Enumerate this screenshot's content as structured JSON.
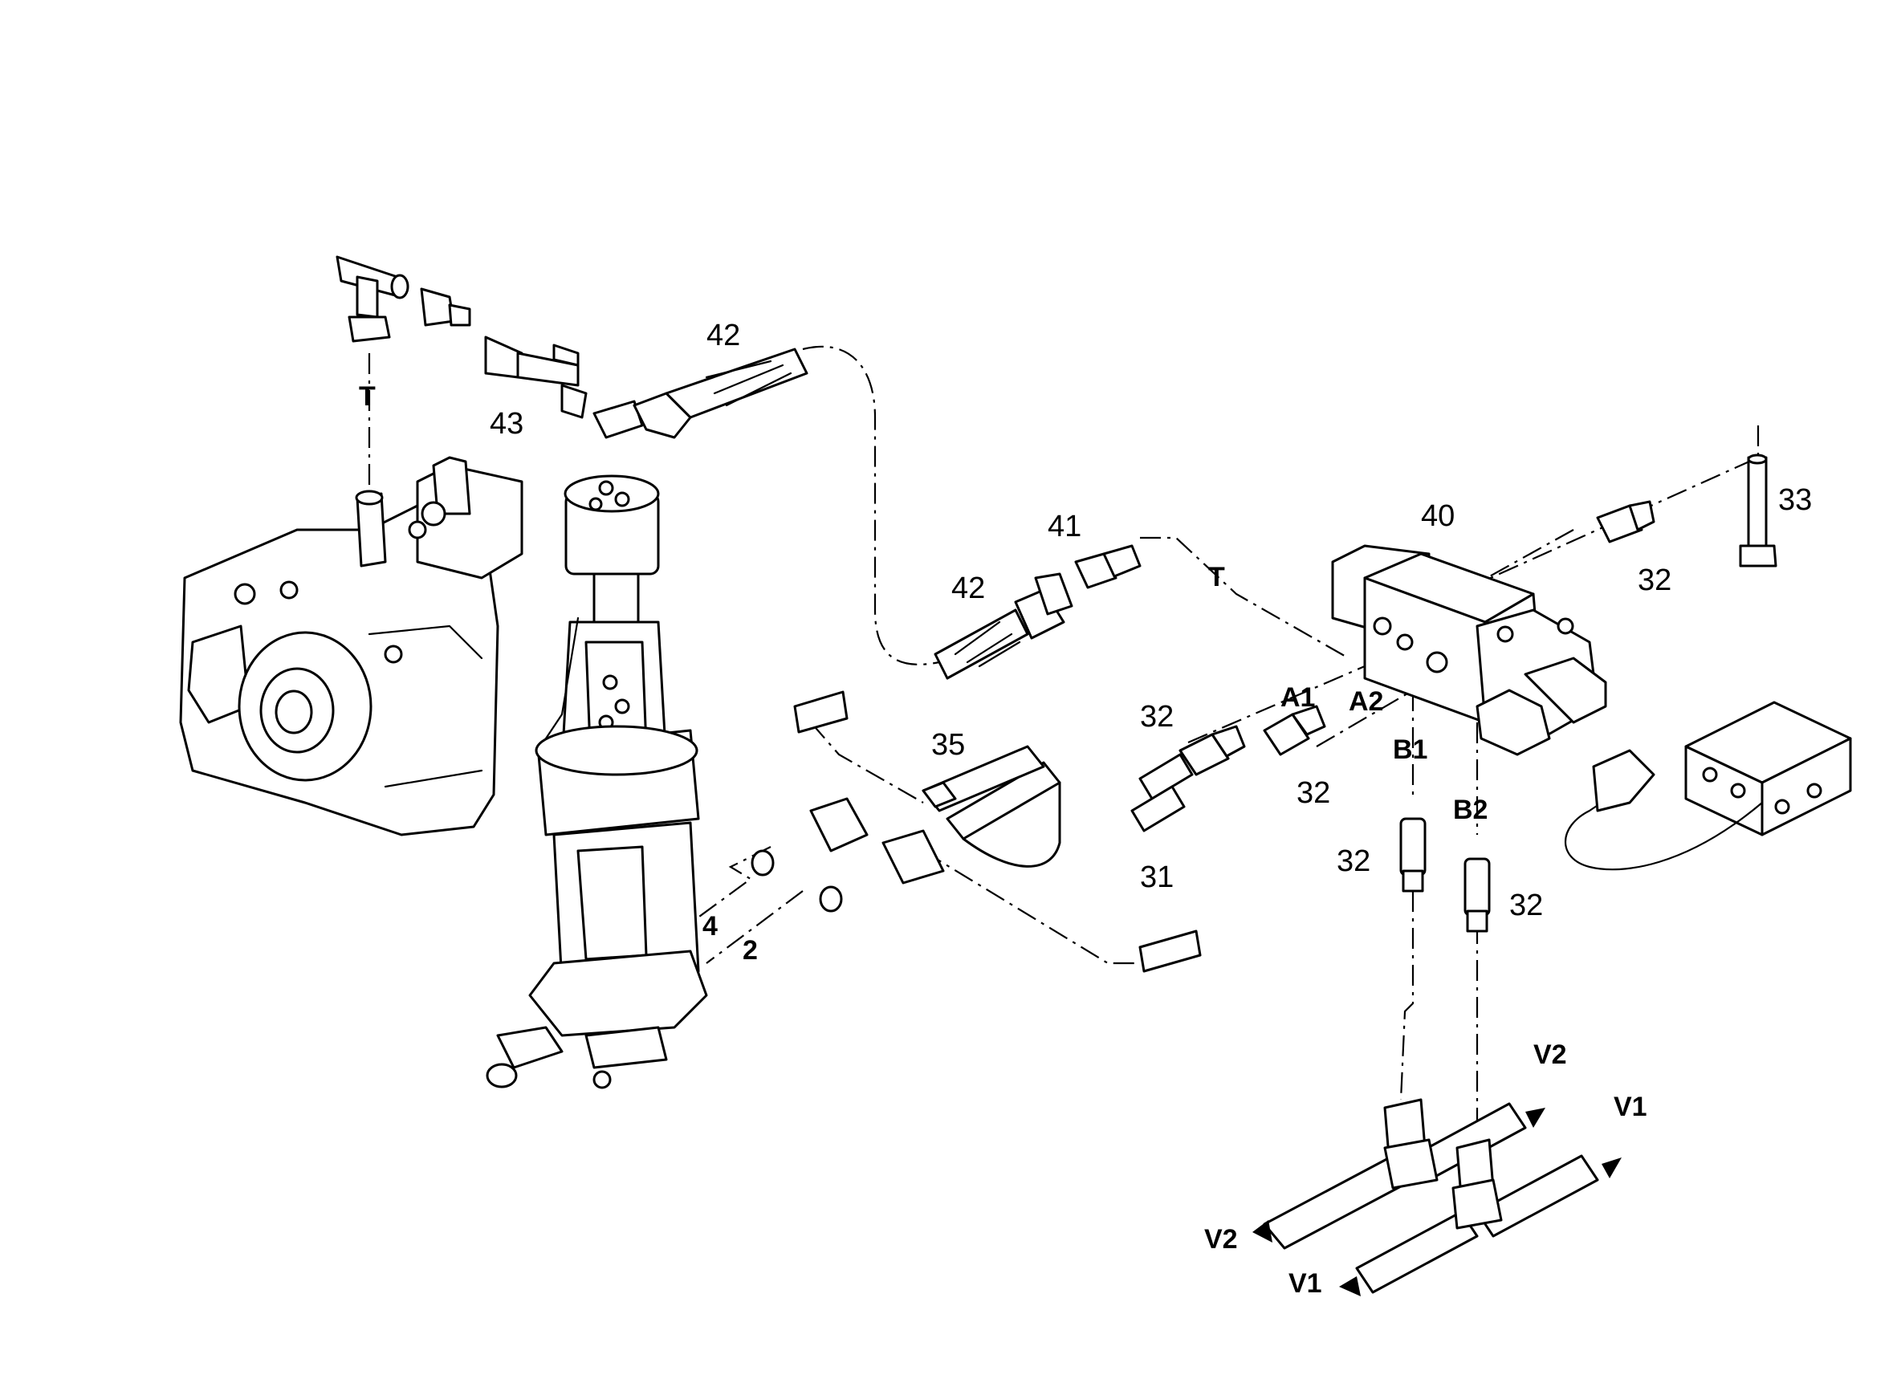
{
  "labels": {
    "p31": "31",
    "p32": "32",
    "p33": "33",
    "p35": "35",
    "p40": "40",
    "p41": "41",
    "p42": "42",
    "p43": "43",
    "port_t": "T",
    "port_a1": "A1",
    "port_a2": "A2",
    "port_b1": "B1",
    "port_b2": "B2",
    "port_v1": "V1",
    "port_v2": "V2",
    "line_2": "2",
    "line_4": "4"
  }
}
